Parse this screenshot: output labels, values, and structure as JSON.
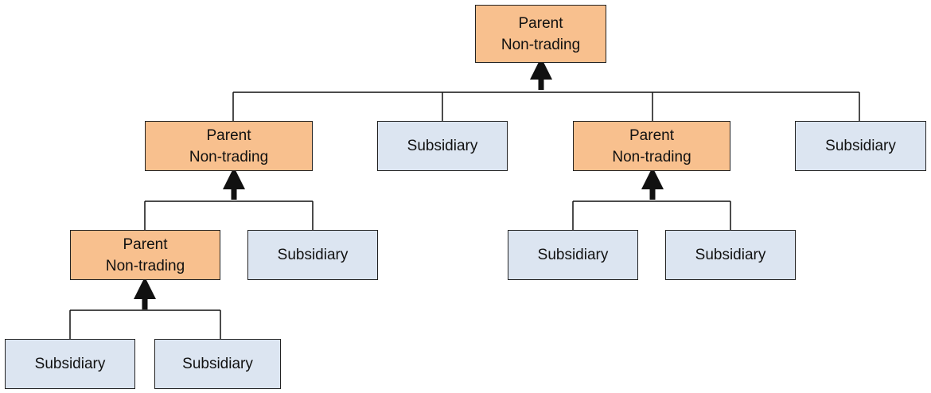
{
  "diagram": {
    "parent_label_line1": "Parent",
    "parent_label_line2": "Non-trading",
    "subsidiary_label": "Subsidiary",
    "colors": {
      "parent_fill": "#f8c08e",
      "subsidiary_fill": "#dce5f1",
      "line": "#111111"
    },
    "nodes": [
      {
        "id": "top-parent",
        "type": "parent",
        "line1": "Parent",
        "line2": "Non-trading"
      },
      {
        "id": "left-parent",
        "type": "parent",
        "line1": "Parent",
        "line2": "Non-trading"
      },
      {
        "id": "mid-subsidiary-1",
        "type": "subsidiary",
        "label": "Subsidiary"
      },
      {
        "id": "right-parent",
        "type": "parent",
        "line1": "Parent",
        "line2": "Non-trading"
      },
      {
        "id": "right-subsidiary-1",
        "type": "subsidiary",
        "label": "Subsidiary"
      },
      {
        "id": "bottom-left-parent",
        "type": "parent",
        "line1": "Parent",
        "line2": "Non-trading"
      },
      {
        "id": "left-subsidiary-2",
        "type": "subsidiary",
        "label": "Subsidiary"
      },
      {
        "id": "right-child-subsidiary-1",
        "type": "subsidiary",
        "label": "Subsidiary"
      },
      {
        "id": "right-child-subsidiary-2",
        "type": "subsidiary",
        "label": "Subsidiary"
      },
      {
        "id": "bottom-subsidiary-1",
        "type": "subsidiary",
        "label": "Subsidiary"
      },
      {
        "id": "bottom-subsidiary-2",
        "type": "subsidiary",
        "label": "Subsidiary"
      }
    ],
    "edges": [
      {
        "parent": "top-parent",
        "children": [
          "left-parent",
          "mid-subsidiary-1",
          "right-parent",
          "right-subsidiary-1"
        ]
      },
      {
        "parent": "left-parent",
        "children": [
          "bottom-left-parent",
          "left-subsidiary-2"
        ]
      },
      {
        "parent": "right-parent",
        "children": [
          "right-child-subsidiary-1",
          "right-child-subsidiary-2"
        ]
      },
      {
        "parent": "bottom-left-parent",
        "children": [
          "bottom-subsidiary-1",
          "bottom-subsidiary-2"
        ]
      }
    ]
  }
}
